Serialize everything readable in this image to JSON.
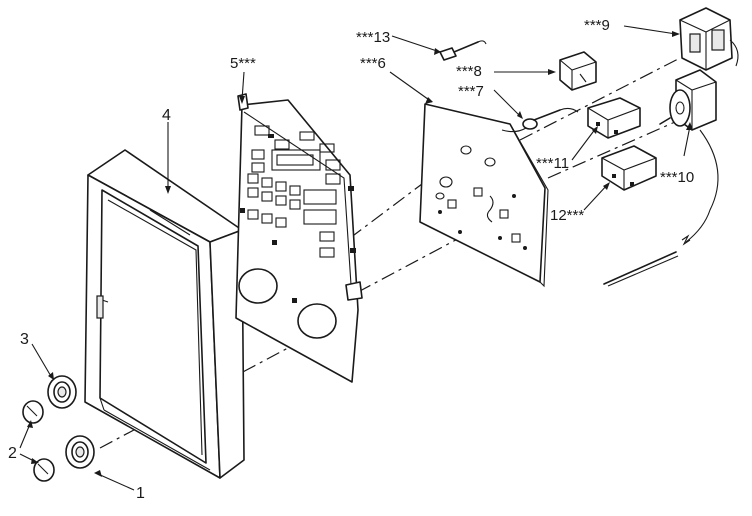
{
  "labels": {
    "p1": "1",
    "p2": "2",
    "p3": "3",
    "p4": "4",
    "p5": "5***",
    "p6": "***6",
    "p7": "***7",
    "p8": "***8",
    "p9": "***9",
    "p10": "***10",
    "p11": "***11",
    "p12": "12***",
    "p13": "***13"
  }
}
